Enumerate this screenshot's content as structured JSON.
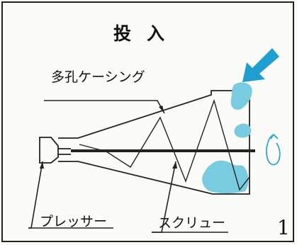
{
  "title": "投入",
  "labels": {
    "casing": "多孔ケーシング",
    "presser": "プレッサー",
    "screw": "スクリュー"
  },
  "page_number": "1",
  "colors": {
    "material": "#79cbe0",
    "arrow": "#1f9ed0",
    "rotation": "#2fa5d6",
    "line": "#222222"
  }
}
